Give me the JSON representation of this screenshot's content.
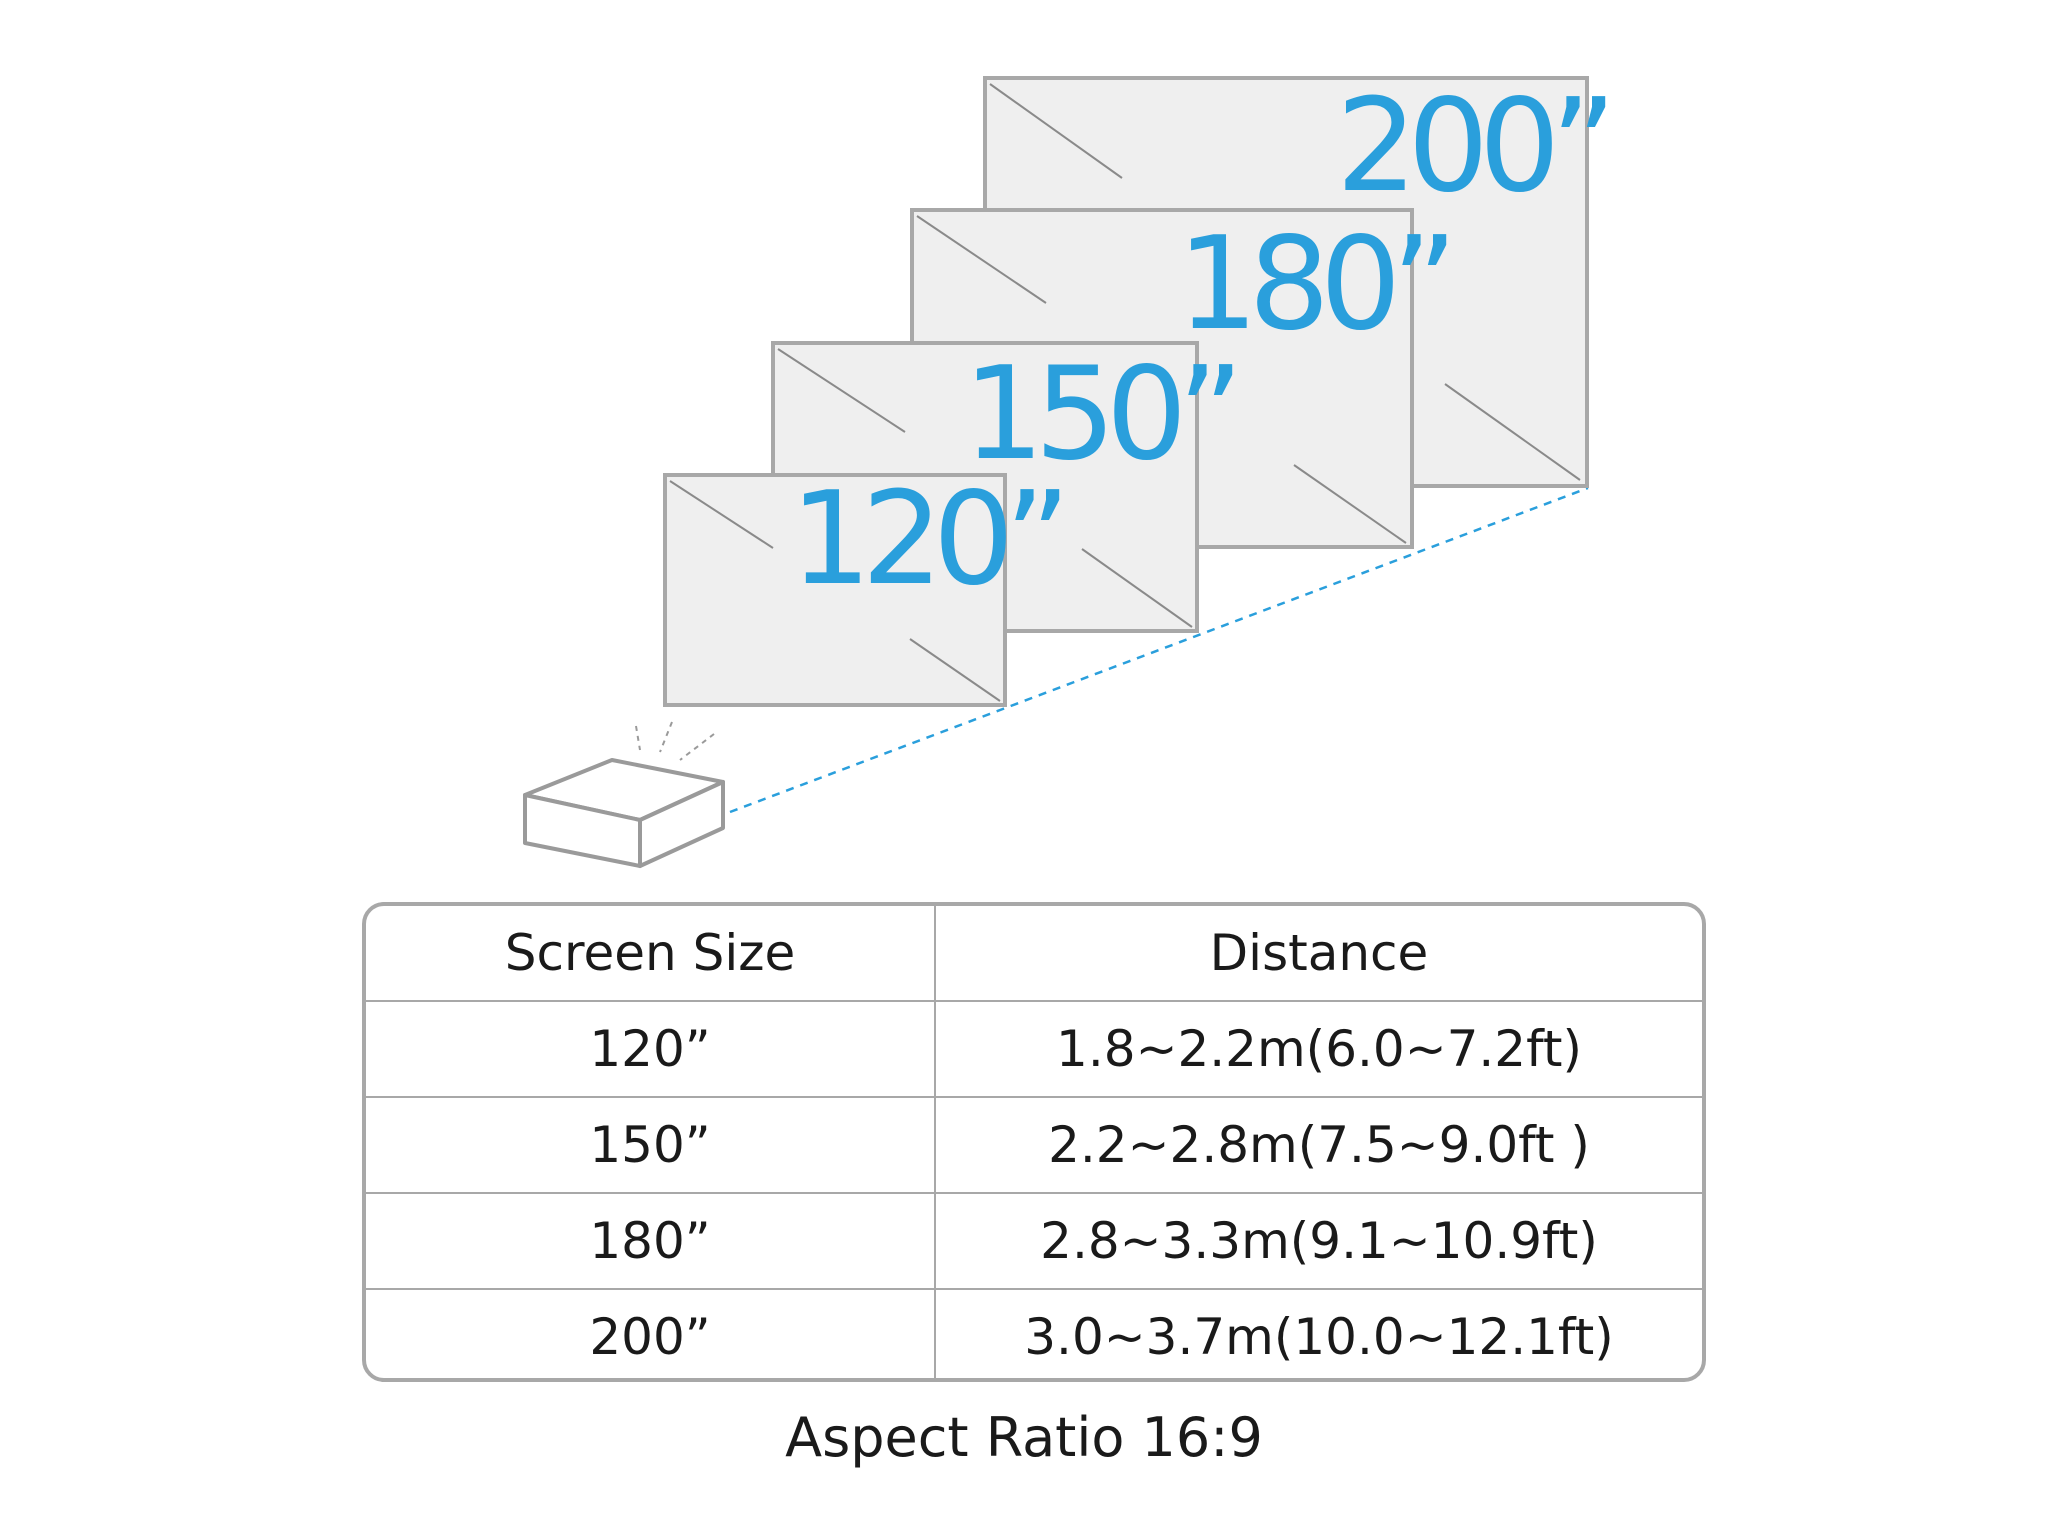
{
  "screens": [
    {
      "label": "200”",
      "size_in": 200
    },
    {
      "label": "180”",
      "size_in": 180
    },
    {
      "label": "150”",
      "size_in": 150
    },
    {
      "label": "120”",
      "size_in": 120
    }
  ],
  "table": {
    "headers": [
      "Screen Size",
      "Distance"
    ],
    "rows": [
      [
        "120”",
        "1.8~2.2m(6.0~7.2ft)"
      ],
      [
        "150”",
        "2.2~2.8m(7.5~9.0ft )"
      ],
      [
        "180”",
        "2.8~3.3m(9.1~10.9ft)"
      ],
      [
        "200”",
        "3.0~3.7m(10.0~12.1ft)"
      ]
    ]
  },
  "caption": "Aspect Ratio 16:9",
  "colors": {
    "accent": "#2a9fdc",
    "screen_fill": "#efefef",
    "outline": "#a8a8a8",
    "text": "#1a1a1a"
  }
}
